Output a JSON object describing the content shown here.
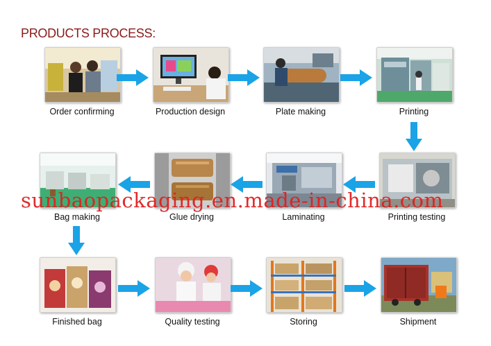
{
  "title": "PRODUCTS PROCESS:",
  "steps": [
    "Order confirming",
    "Production design",
    "Plate making",
    "Printing",
    "Printing testing",
    "Laminating",
    "Glue drying",
    "Bag making",
    "Finished bag",
    "Quality testing",
    "Storing",
    "Shipment"
  ],
  "watermark": "sunbaopackaging.en.made-in-china.com",
  "colors": {
    "arrow": "#1aa3e6",
    "title": "#8b1a1a",
    "watermark": "#e02020"
  }
}
